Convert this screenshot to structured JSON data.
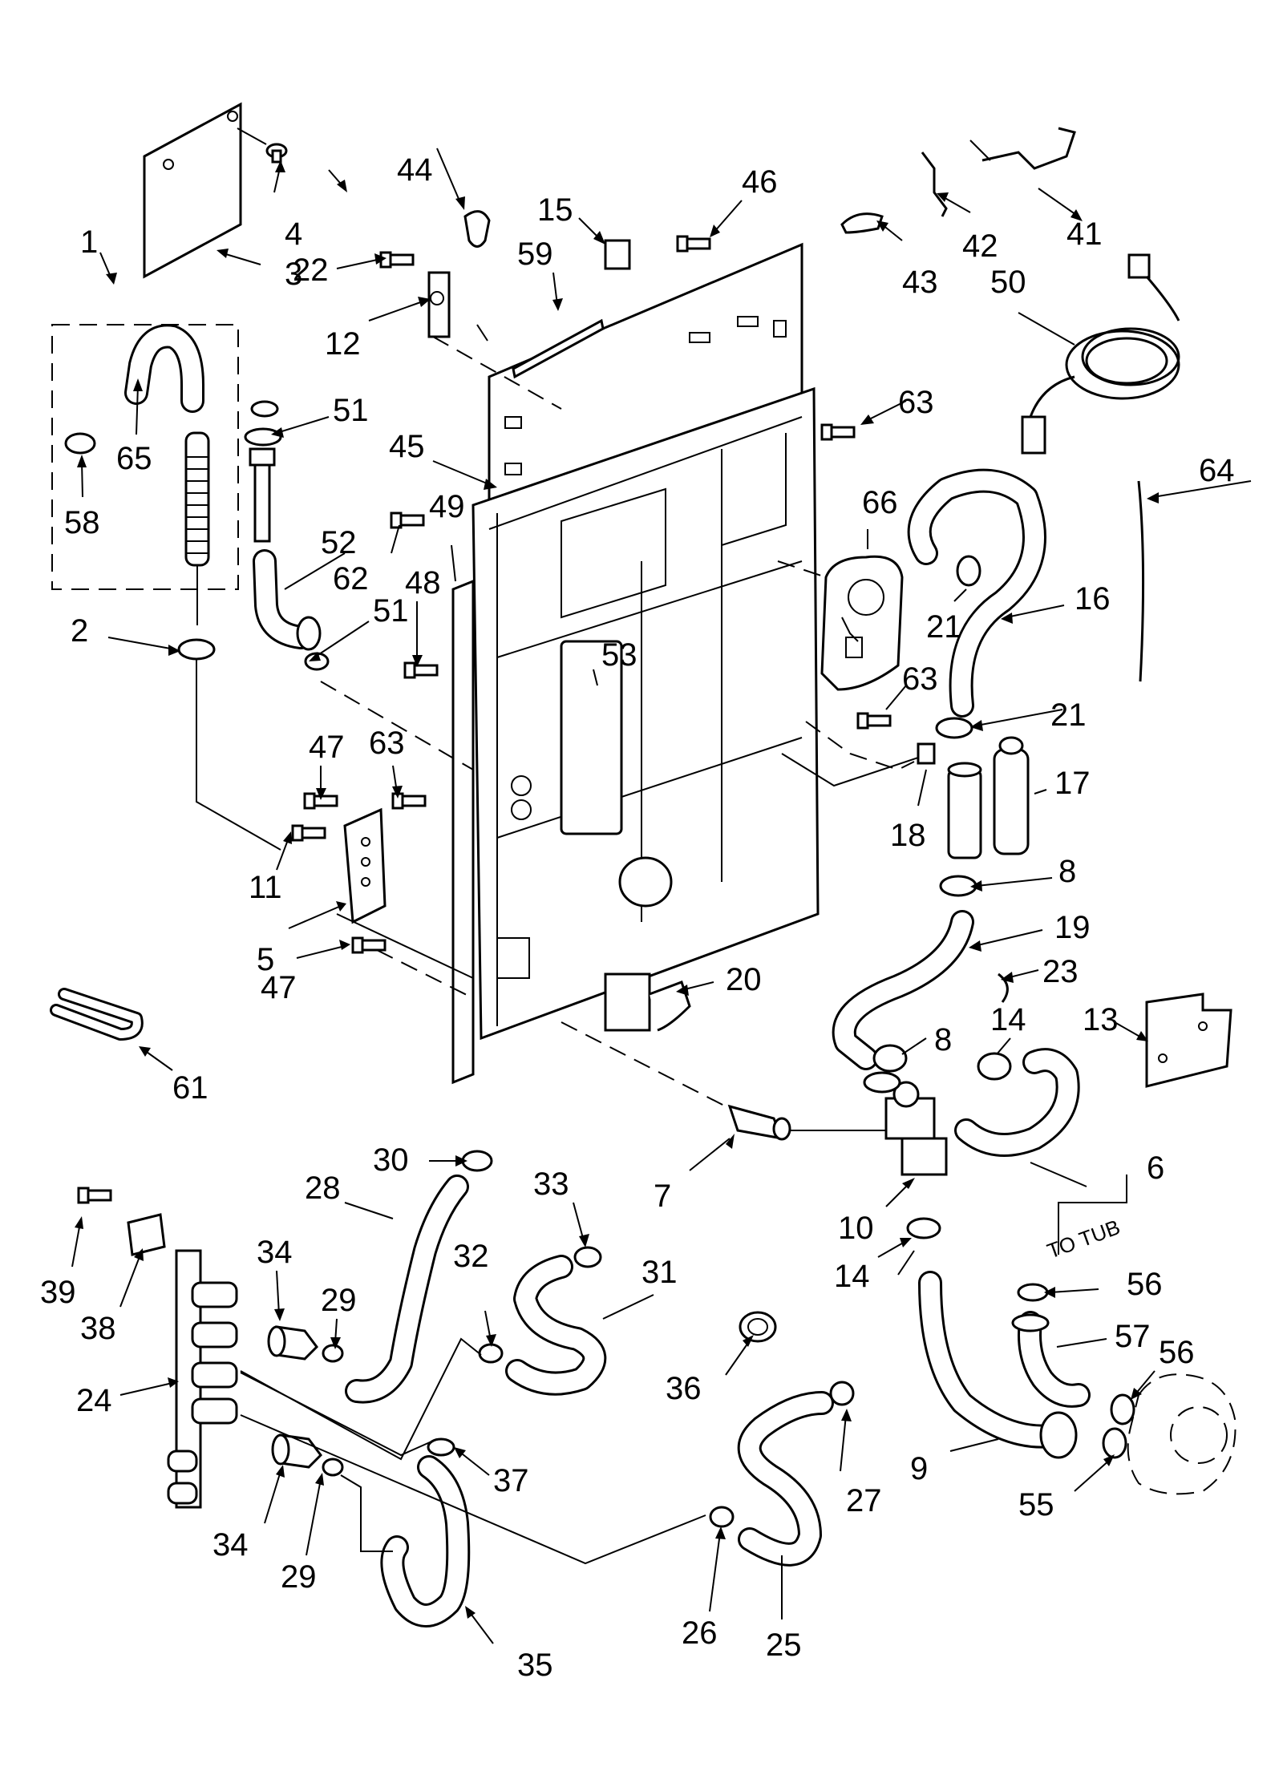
{
  "labels": [
    "1",
    "2",
    "3",
    "4",
    "5",
    "6",
    "7",
    "8",
    "9",
    "10",
    "11",
    "12",
    "13",
    "14",
    "15",
    "16",
    "17",
    "18",
    "19",
    "20",
    "21",
    "22",
    "23",
    "24",
    "25",
    "26",
    "27",
    "28",
    "29",
    "30",
    "31",
    "32",
    "33",
    "34",
    "35",
    "36",
    "37",
    "38",
    "39",
    "41",
    "42",
    "43",
    "44",
    "45",
    "46",
    "47",
    "48",
    "49",
    "50",
    "51",
    "52",
    "53",
    "55",
    "56",
    "57",
    "58",
    "59",
    "61",
    "62",
    "63",
    "64",
    "65",
    "66"
  ],
  "to_tub_label": "TO TUB"
}
